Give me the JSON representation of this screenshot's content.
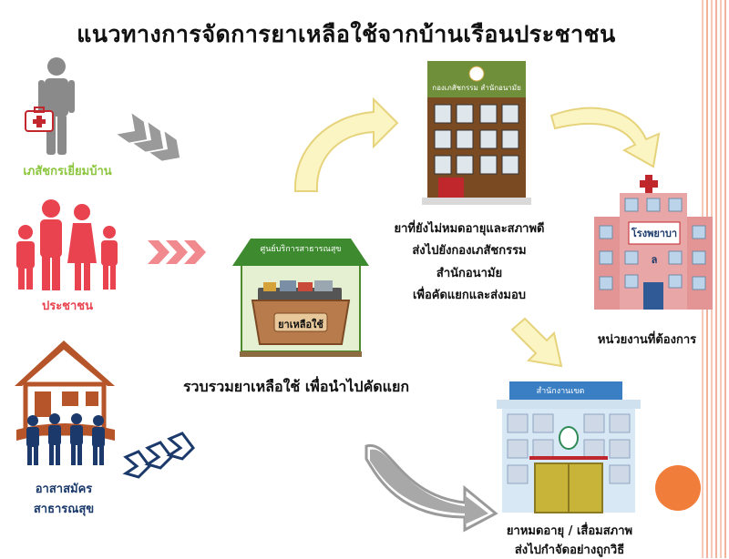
{
  "title": "แนวทางการจัดการยาเหลือใช้จากบ้านเรือนประชาชน",
  "sources": {
    "pharmacist": "เภสัชกรเยี่ยมบ้าน",
    "people": "ประชาชน",
    "volunteer_line1": "อาสาสมัคร",
    "volunteer_line2": "สาธารณสุข"
  },
  "center": {
    "sign": "ศูนย์บริการสาธารณสุข",
    "box_label": "ยาเหลือใช้",
    "caption": "รวบรวมยาเหลือใช้ เพื่อนำไปคัดแยก"
  },
  "pharmacy_division": {
    "sign": "กองเภสัชกรรม สำนักอนามัย",
    "desc_line1": "ยาที่ยังไม่หมดอายุและสภาพดี",
    "desc_line2": "ส่งไปยังกองเภสัชกรรม",
    "desc_line3": "สำนักอนามัย",
    "desc_line4": "เพื่อคัดแยกและส่งมอบ"
  },
  "hospital": {
    "sign_line1": "โรงพยาบา",
    "sign_line2": "ล",
    "caption": "หน่วยงานที่ต้องการ"
  },
  "district_office": {
    "sign": "สำนักงานเขต",
    "caption_line1": "ยาหมดอายุ / เสื่อมสภาพ",
    "caption_line2": "ส่งไปกำจัดอย่างถูกวิธี"
  },
  "colors": {
    "pharmacist_label": "#8cc63e",
    "people_label": "#e8434f",
    "volunteer_label": "#1b3a6b",
    "accent_orange": "#f07d3a"
  }
}
